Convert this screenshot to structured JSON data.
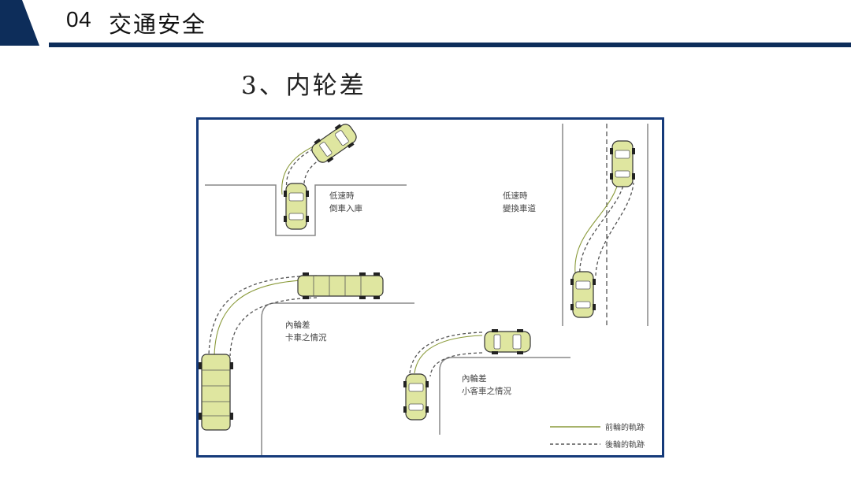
{
  "header": {
    "section_number": "04",
    "section_title": "交通安全",
    "accent_color": "#0d2d5a"
  },
  "subtitle": "3、内轮差",
  "diagram": {
    "frame_color": "#153a7a",
    "car_color": "#dfe6a0",
    "panels": {
      "parking": {
        "label_line1": "低速時",
        "label_line2": "倒車入庫"
      },
      "lane_change": {
        "label_line1": "低速時",
        "label_line2": "變換車道"
      },
      "truck": {
        "label_line1": "內輪差",
        "label_line2": "卡車之情況"
      },
      "car": {
        "label_line1": "內輪差",
        "label_line2": "小客車之情況"
      }
    },
    "legend": {
      "front_wheel": "前輪的軌跡",
      "rear_wheel": "後輪的軌跡"
    }
  }
}
